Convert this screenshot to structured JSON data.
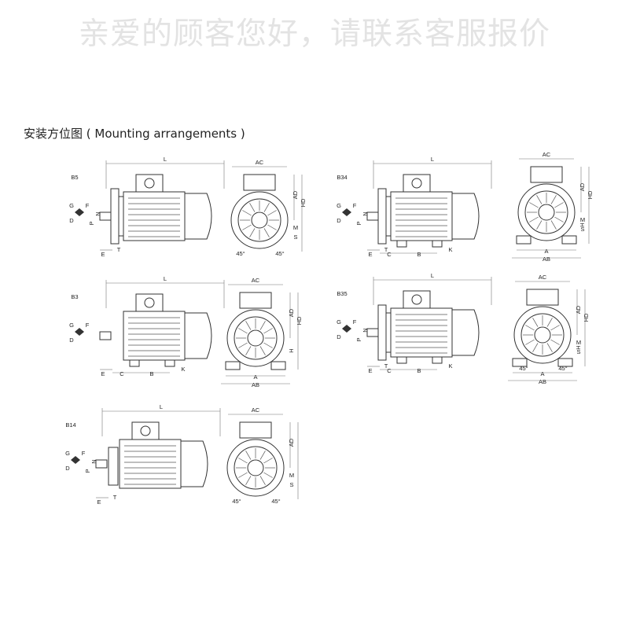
{
  "watermark": "亲爱的顾客您好，请联系客服报价",
  "title": "安装方位图 ( Mounting arrangements )",
  "arrangements": [
    {
      "code": "B5",
      "side_labels": [
        "L",
        "P",
        "N",
        "G",
        "F",
        "D",
        "E",
        "T"
      ],
      "end_labels": [
        "AC",
        "AD",
        "HD",
        "M",
        "S",
        "45°",
        "45°"
      ]
    },
    {
      "code": "B34",
      "side_labels": [
        "L",
        "P",
        "N",
        "G",
        "F",
        "D",
        "E",
        "T",
        "C",
        "B",
        "K"
      ],
      "end_labels": [
        "AC",
        "AD",
        "HD",
        "H",
        "S",
        "M",
        "A",
        "AB"
      ]
    },
    {
      "code": "B3",
      "side_labels": [
        "L",
        "G",
        "F",
        "D",
        "E",
        "C",
        "B",
        "K"
      ],
      "end_labels": [
        "AC",
        "AD",
        "HD",
        "H",
        "A",
        "AB"
      ]
    },
    {
      "code": "B35",
      "side_labels": [
        "L",
        "P",
        "N",
        "G",
        "F",
        "D",
        "E",
        "T",
        "C",
        "B",
        "K"
      ],
      "end_labels": [
        "AC",
        "AD",
        "HD",
        "H",
        "M",
        "S",
        "45°",
        "45°",
        "A",
        "AB"
      ]
    },
    {
      "code": "B14",
      "side_labels": [
        "L",
        "P",
        "N",
        "G",
        "F",
        "D",
        "E",
        "T"
      ],
      "end_labels": [
        "AC",
        "AD",
        "M",
        "S",
        "45°",
        "45°"
      ]
    }
  ]
}
